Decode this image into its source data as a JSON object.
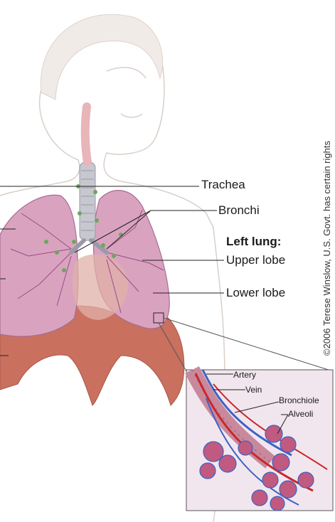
{
  "labels": {
    "trachea": "Trachea",
    "bronchi": "Bronchi",
    "left_lung": "Left lung:",
    "upper_lobe": "Upper lobe",
    "lower_lobe": "Lower lobe",
    "artery": "Artery",
    "vein": "Vein",
    "bronchiole": "Bronchiole",
    "alveoli": "Alveoli"
  },
  "credit": "©2006 Terese Winslow, U.S. Govt. has certain rights",
  "colors": {
    "lung": "#d9a3c0",
    "lung_vessel": "#9b4a86",
    "diaphragm": "#c9705f",
    "trachea": "#c7c7d0",
    "lymph_node": "#6aa85a",
    "artery": "#c8282c",
    "vein": "#3d62c4",
    "inset_bg": "#f2e6ee"
  }
}
